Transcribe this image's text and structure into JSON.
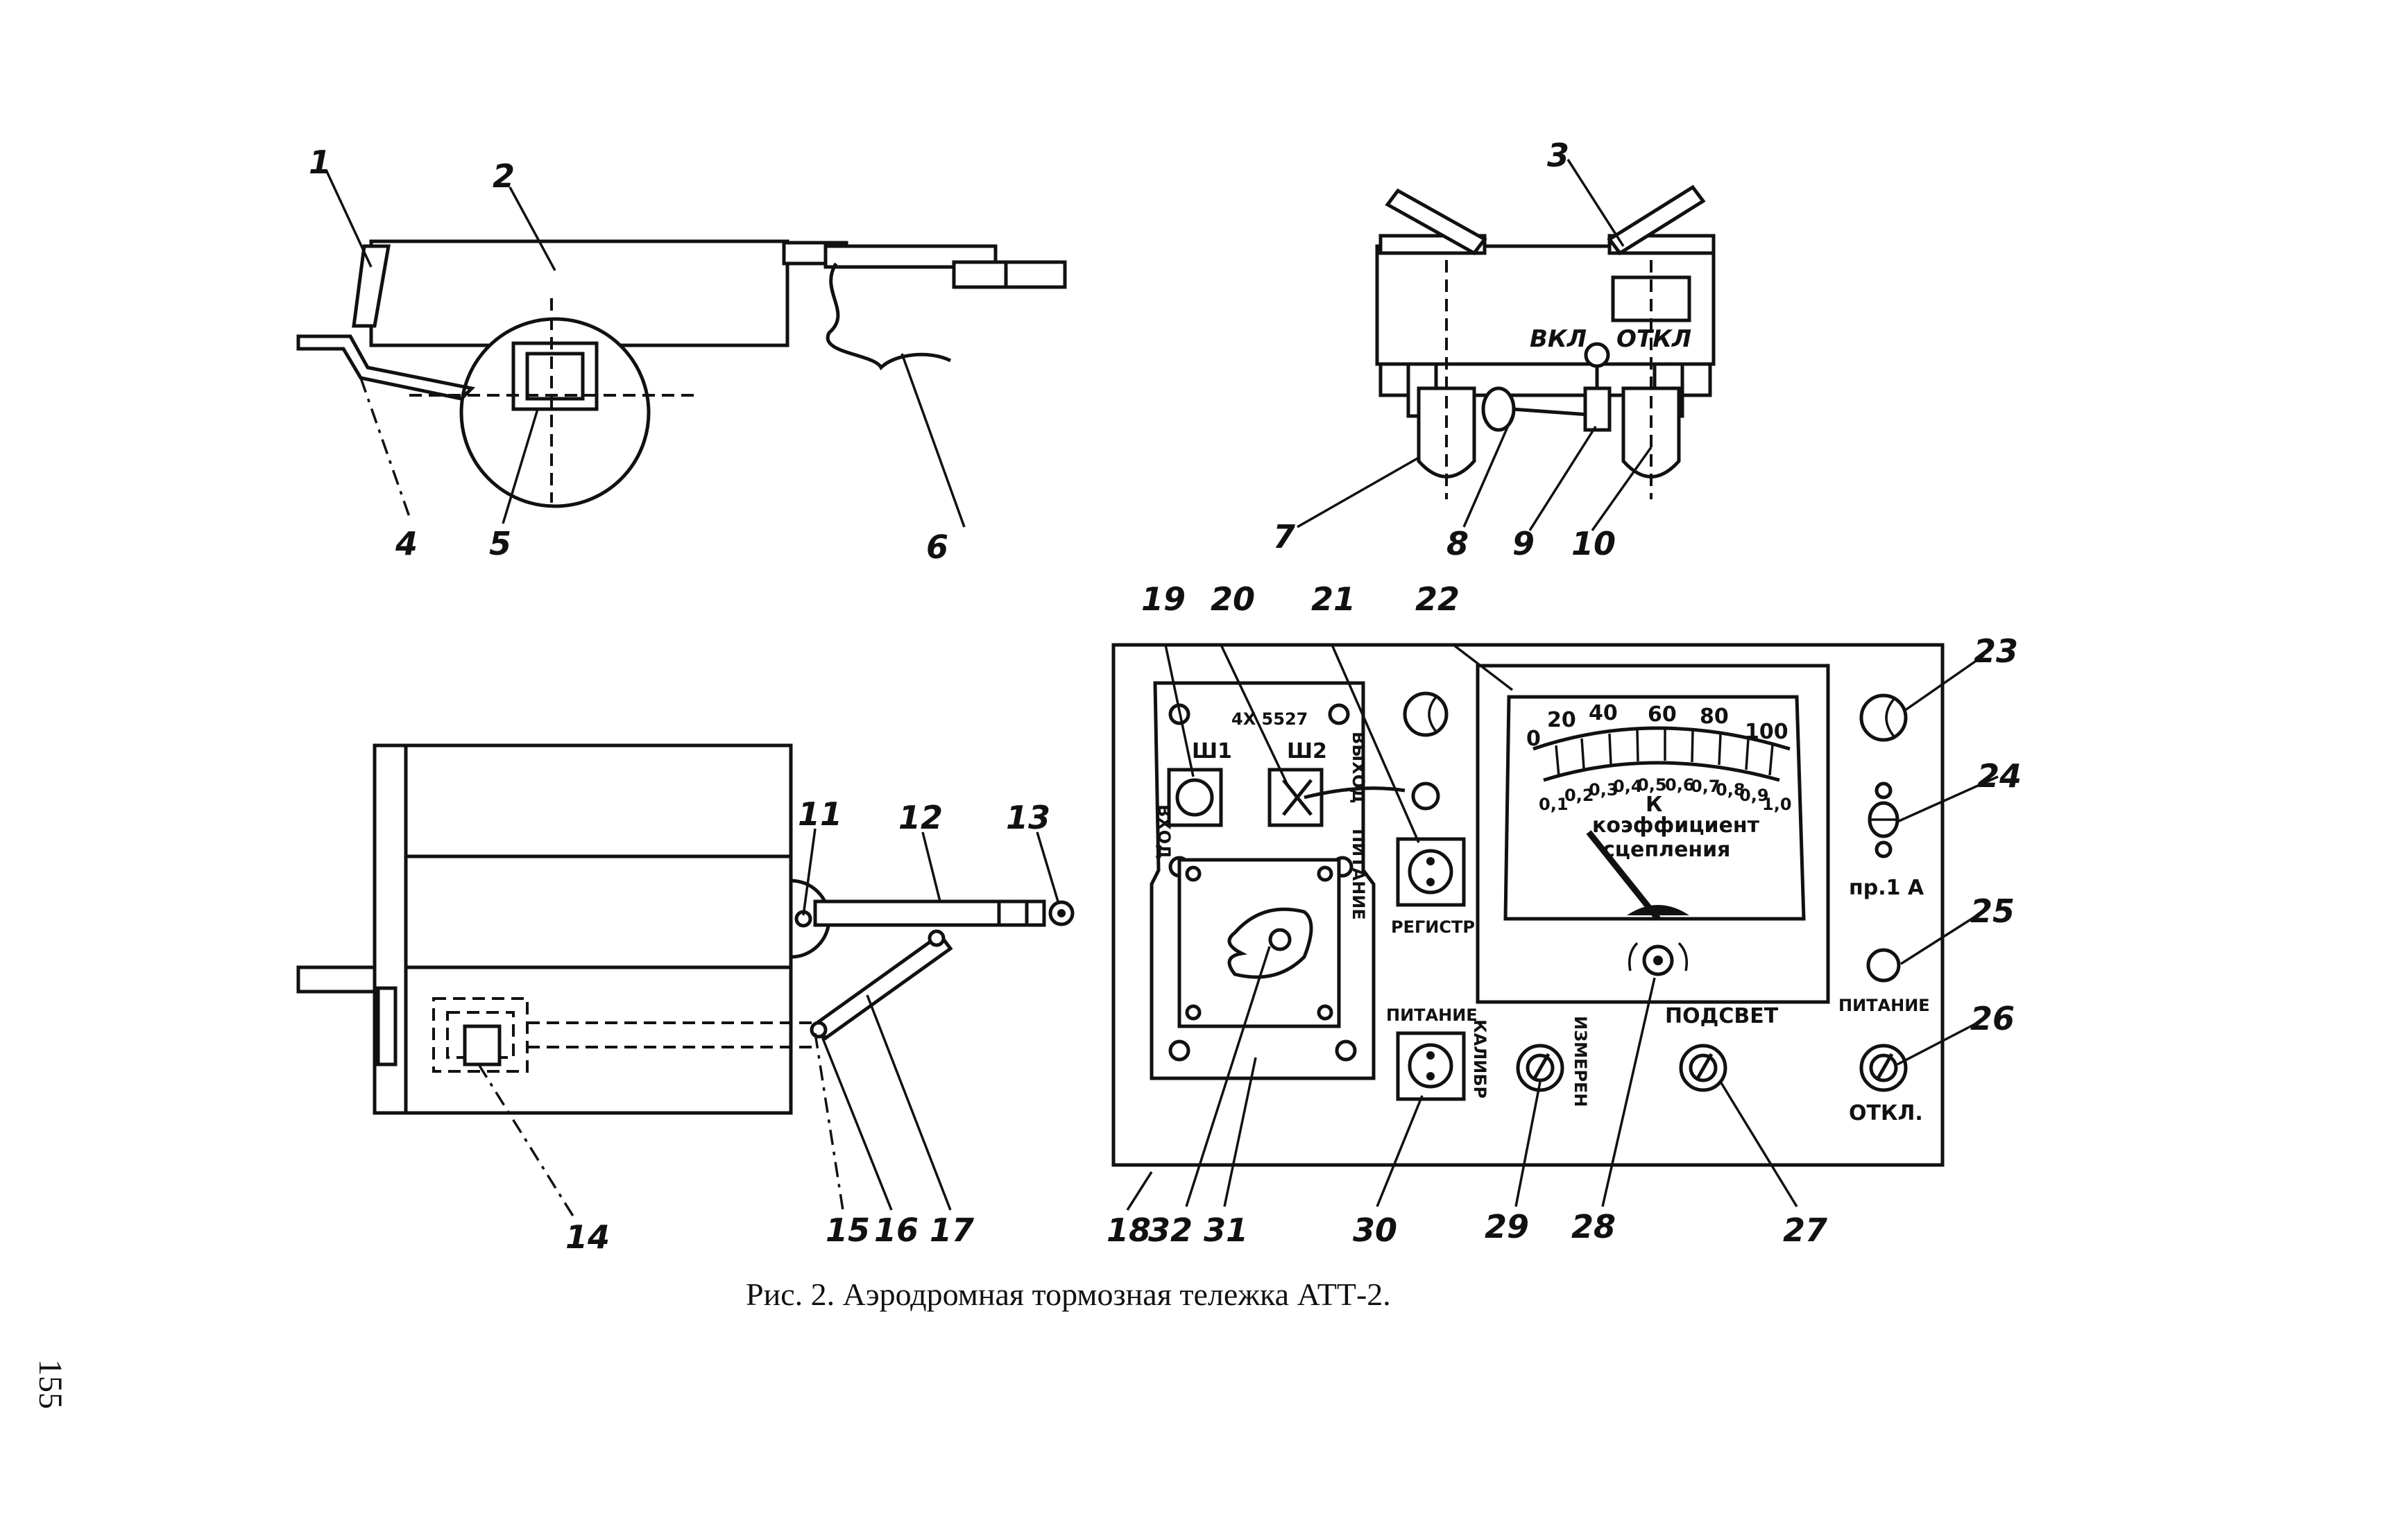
{
  "caption": "Рис. 2. Аэродромная тормозная тележка АТТ-2.",
  "page_number": "155",
  "callouts": {
    "c1": "1",
    "c2": "2",
    "c3": "3",
    "c4": "4",
    "c5": "5",
    "c6": "6",
    "c7": "7",
    "c8": "8",
    "c9": "9",
    "c10": "10",
    "c11": "11",
    "c12": "12",
    "c13": "13",
    "c14": "14",
    "c15": "15",
    "c16": "16",
    "c17": "17",
    "c18": "18",
    "c19": "19",
    "c20": "20",
    "c21": "21",
    "c22": "22",
    "c23": "23",
    "c24": "24",
    "c25": "25",
    "c26": "26",
    "c27": "27",
    "c28": "28",
    "c29": "29",
    "c30": "30",
    "c31": "31",
    "c32": "32"
  },
  "front_view": {
    "on_label": "ВКЛ",
    "off_label": "ОТКЛ"
  },
  "panel": {
    "input_label": "ВХОД",
    "sh1_label": "Ш1",
    "sh2_label": "Ш2",
    "connector_code": "4Х  5527",
    "output_label": "ВЫХОД",
    "power_vertical_label": "ПИТАНИЕ",
    "register_label": "РЕГИСТР",
    "power_socket_label": "ПИТАНИЕ",
    "calibr_label": "КАЛИБР",
    "measure_label": "ИЗМЕРЕН",
    "backlight_label": "ПОДСВЕТ",
    "fuse_label": "пр.1 А",
    "power_lamp_label": "ПИТАНИЕ",
    "off_label": "ОТКЛ."
  },
  "meter": {
    "top_scale": [
      "0",
      "20",
      "40",
      "60",
      "80",
      "100"
    ],
    "bottom_scale": [
      "0,1",
      "0,2",
      "0,3",
      "0,4",
      "0,5",
      "0,6",
      "0,7",
      "0,8",
      "0,9",
      "1,0"
    ],
    "symbol": "К",
    "title_line1": "коэффициент",
    "title_line2": "сцепления"
  }
}
